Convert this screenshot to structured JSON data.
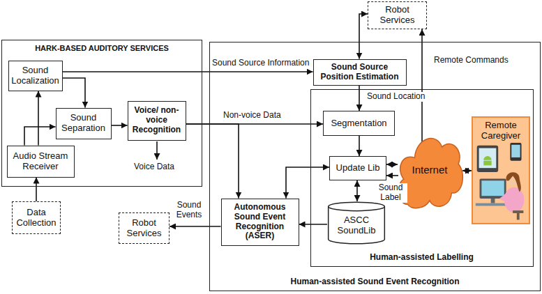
{
  "diagram": {
    "nodes": [
      {
        "text": [
          "HARK-BASED AUDITORY SERVICES"
        ]
      },
      {
        "text": [
          "Sound Localization"
        ],
        "in": 0
      },
      {
        "text": [
          "Sound Separation"
        ],
        "in": 0
      },
      {
        "text": [
          "Voice/ non-voice Recognition"
        ],
        "in": 0
      },
      {
        "text": [
          "Audio Stream Receiver"
        ],
        "in": 0
      },
      {
        "text": [
          "Data Collection"
        ]
      },
      {
        "text": [
          "Robot Services"
        ]
      },
      {
        "text": [
          "Human-assisted Sound Event Recognition"
        ]
      },
      {
        "text": [
          "Sound Source Position Estimation"
        ],
        "in": 7
      },
      {
        "text": [
          "Human-assisted Labelling"
        ],
        "in": 7
      },
      {
        "text": [
          "Segmentation"
        ],
        "in": 9
      },
      {
        "text": [
          "Update Lib"
        ],
        "in": 9
      },
      {
        "text": [
          "ASCC SoundLib"
        ],
        "in": 9
      },
      {
        "text": [
          "Internet"
        ],
        "in": 9
      },
      {
        "text": [
          "Remote Caregiver"
        ],
        "in": 9
      },
      {
        "text": [
          "Autonomous Sound Event Recognition (ASER)"
        ],
        "in": 7
      },
      {
        "text": [
          "Robot Services"
        ]
      }
    ],
    "edges": [
      {
        "from": 4,
        "to": 1,
        "arrow": "to"
      },
      {
        "from": 4,
        "to": 2,
        "arrow": "to"
      },
      {
        "from": 1,
        "to": 2,
        "arrow": "to"
      },
      {
        "from": 2,
        "to": 3,
        "arrow": "to"
      },
      {
        "from": 5,
        "to": 4,
        "arrow": "to"
      },
      {
        "from": 1,
        "to": 8,
        "label": "Sound Source Information",
        "arrow": "to"
      },
      {
        "from": 3,
        "to": 10,
        "label": "Non-voice Data",
        "arrow": "to"
      },
      {
        "from": 3,
        "to": 15,
        "arrow": "to"
      },
      {
        "from": 8,
        "to": 6,
        "arrow": "both"
      },
      {
        "from": 8,
        "to": 10,
        "label": "Sound Location",
        "arrow": "to"
      },
      {
        "from": 10,
        "to": 11,
        "arrow": "to"
      },
      {
        "from": 11,
        "to": 12,
        "arrow": "both"
      },
      {
        "from": 11,
        "to": 13,
        "arrow": "both"
      },
      {
        "from": 13,
        "to": 11,
        "label": "Sound Label",
        "arrow": "to"
      },
      {
        "from": 13,
        "to": 14,
        "arrow": "both"
      },
      {
        "from": 13,
        "to": 6,
        "label": "Remote Commands",
        "arrow": "to"
      },
      {
        "from": 11,
        "to": 15,
        "arrow": "both"
      },
      {
        "from": 12,
        "to": 15,
        "arrow": "to"
      },
      {
        "from": 15,
        "to": 16,
        "label": "Sound Events",
        "arrow": "to"
      }
    ],
    "labels": [
      "Voice Data"
    ]
  }
}
